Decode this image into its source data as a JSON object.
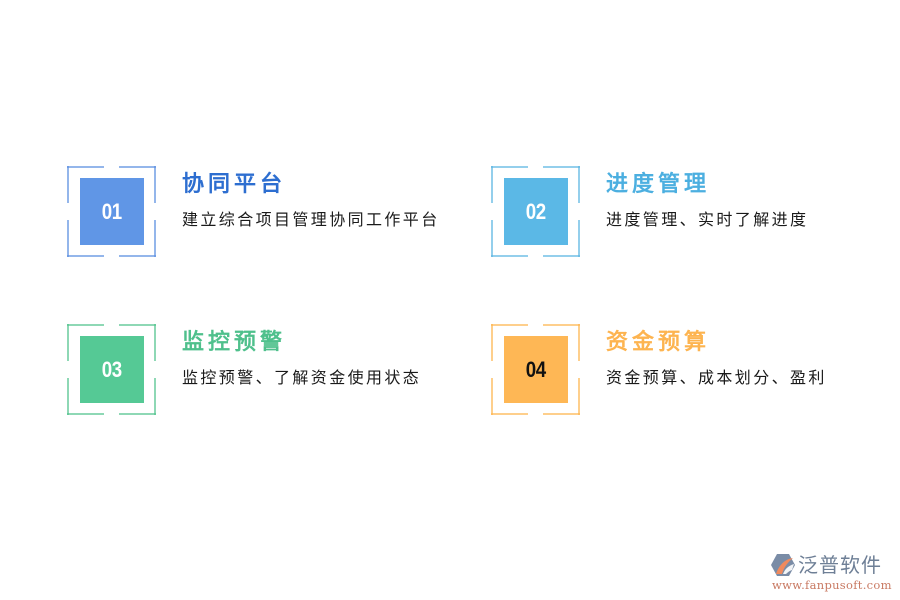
{
  "items": [
    {
      "number": "01",
      "title": "协同平台",
      "description": "建立综合项目管理协同工作平台",
      "color": "#6096e6"
    },
    {
      "number": "02",
      "title": "进度管理",
      "description": "进度管理、实时了解进度",
      "color": "#5bb8e6"
    },
    {
      "number": "03",
      "title": "监控预警",
      "description": "监控预警、了解资金使用状态",
      "color": "#55c995"
    },
    {
      "number": "04",
      "title": "资金预算",
      "description": "资金预算、成本划分、盈利",
      "color": "#feb755"
    }
  ],
  "logo": {
    "icon": "fanpu-hexagon-logo-icon",
    "name": "泛普软件",
    "url": "www.fanpusoft.com"
  }
}
